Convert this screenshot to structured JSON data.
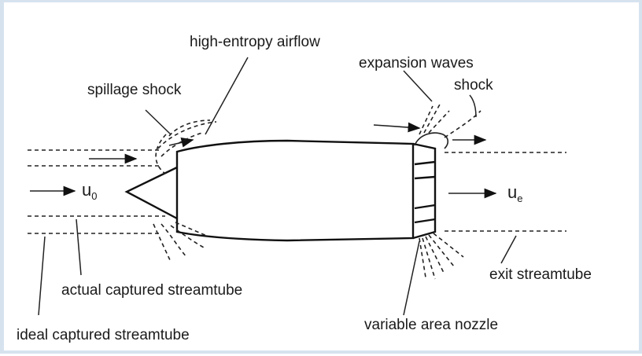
{
  "labels": {
    "high_entropy": "high-entropy airflow",
    "spillage_shock": "spillage shock",
    "expansion_waves": "expansion waves",
    "shock": "shock",
    "inlet_velocity_symbol": "u",
    "inlet_velocity_sub": "0",
    "exit_velocity_symbol": "u",
    "exit_velocity_sub": "e",
    "actual_captured": "actual captured streamtube",
    "ideal_captured": "ideal captured streamtube",
    "exit_streamtube": "exit streamtube",
    "variable_nozzle": "variable area nozzle"
  },
  "colors": {
    "frame_border": "#d6e3ef",
    "ink": "#1a1a1a"
  }
}
